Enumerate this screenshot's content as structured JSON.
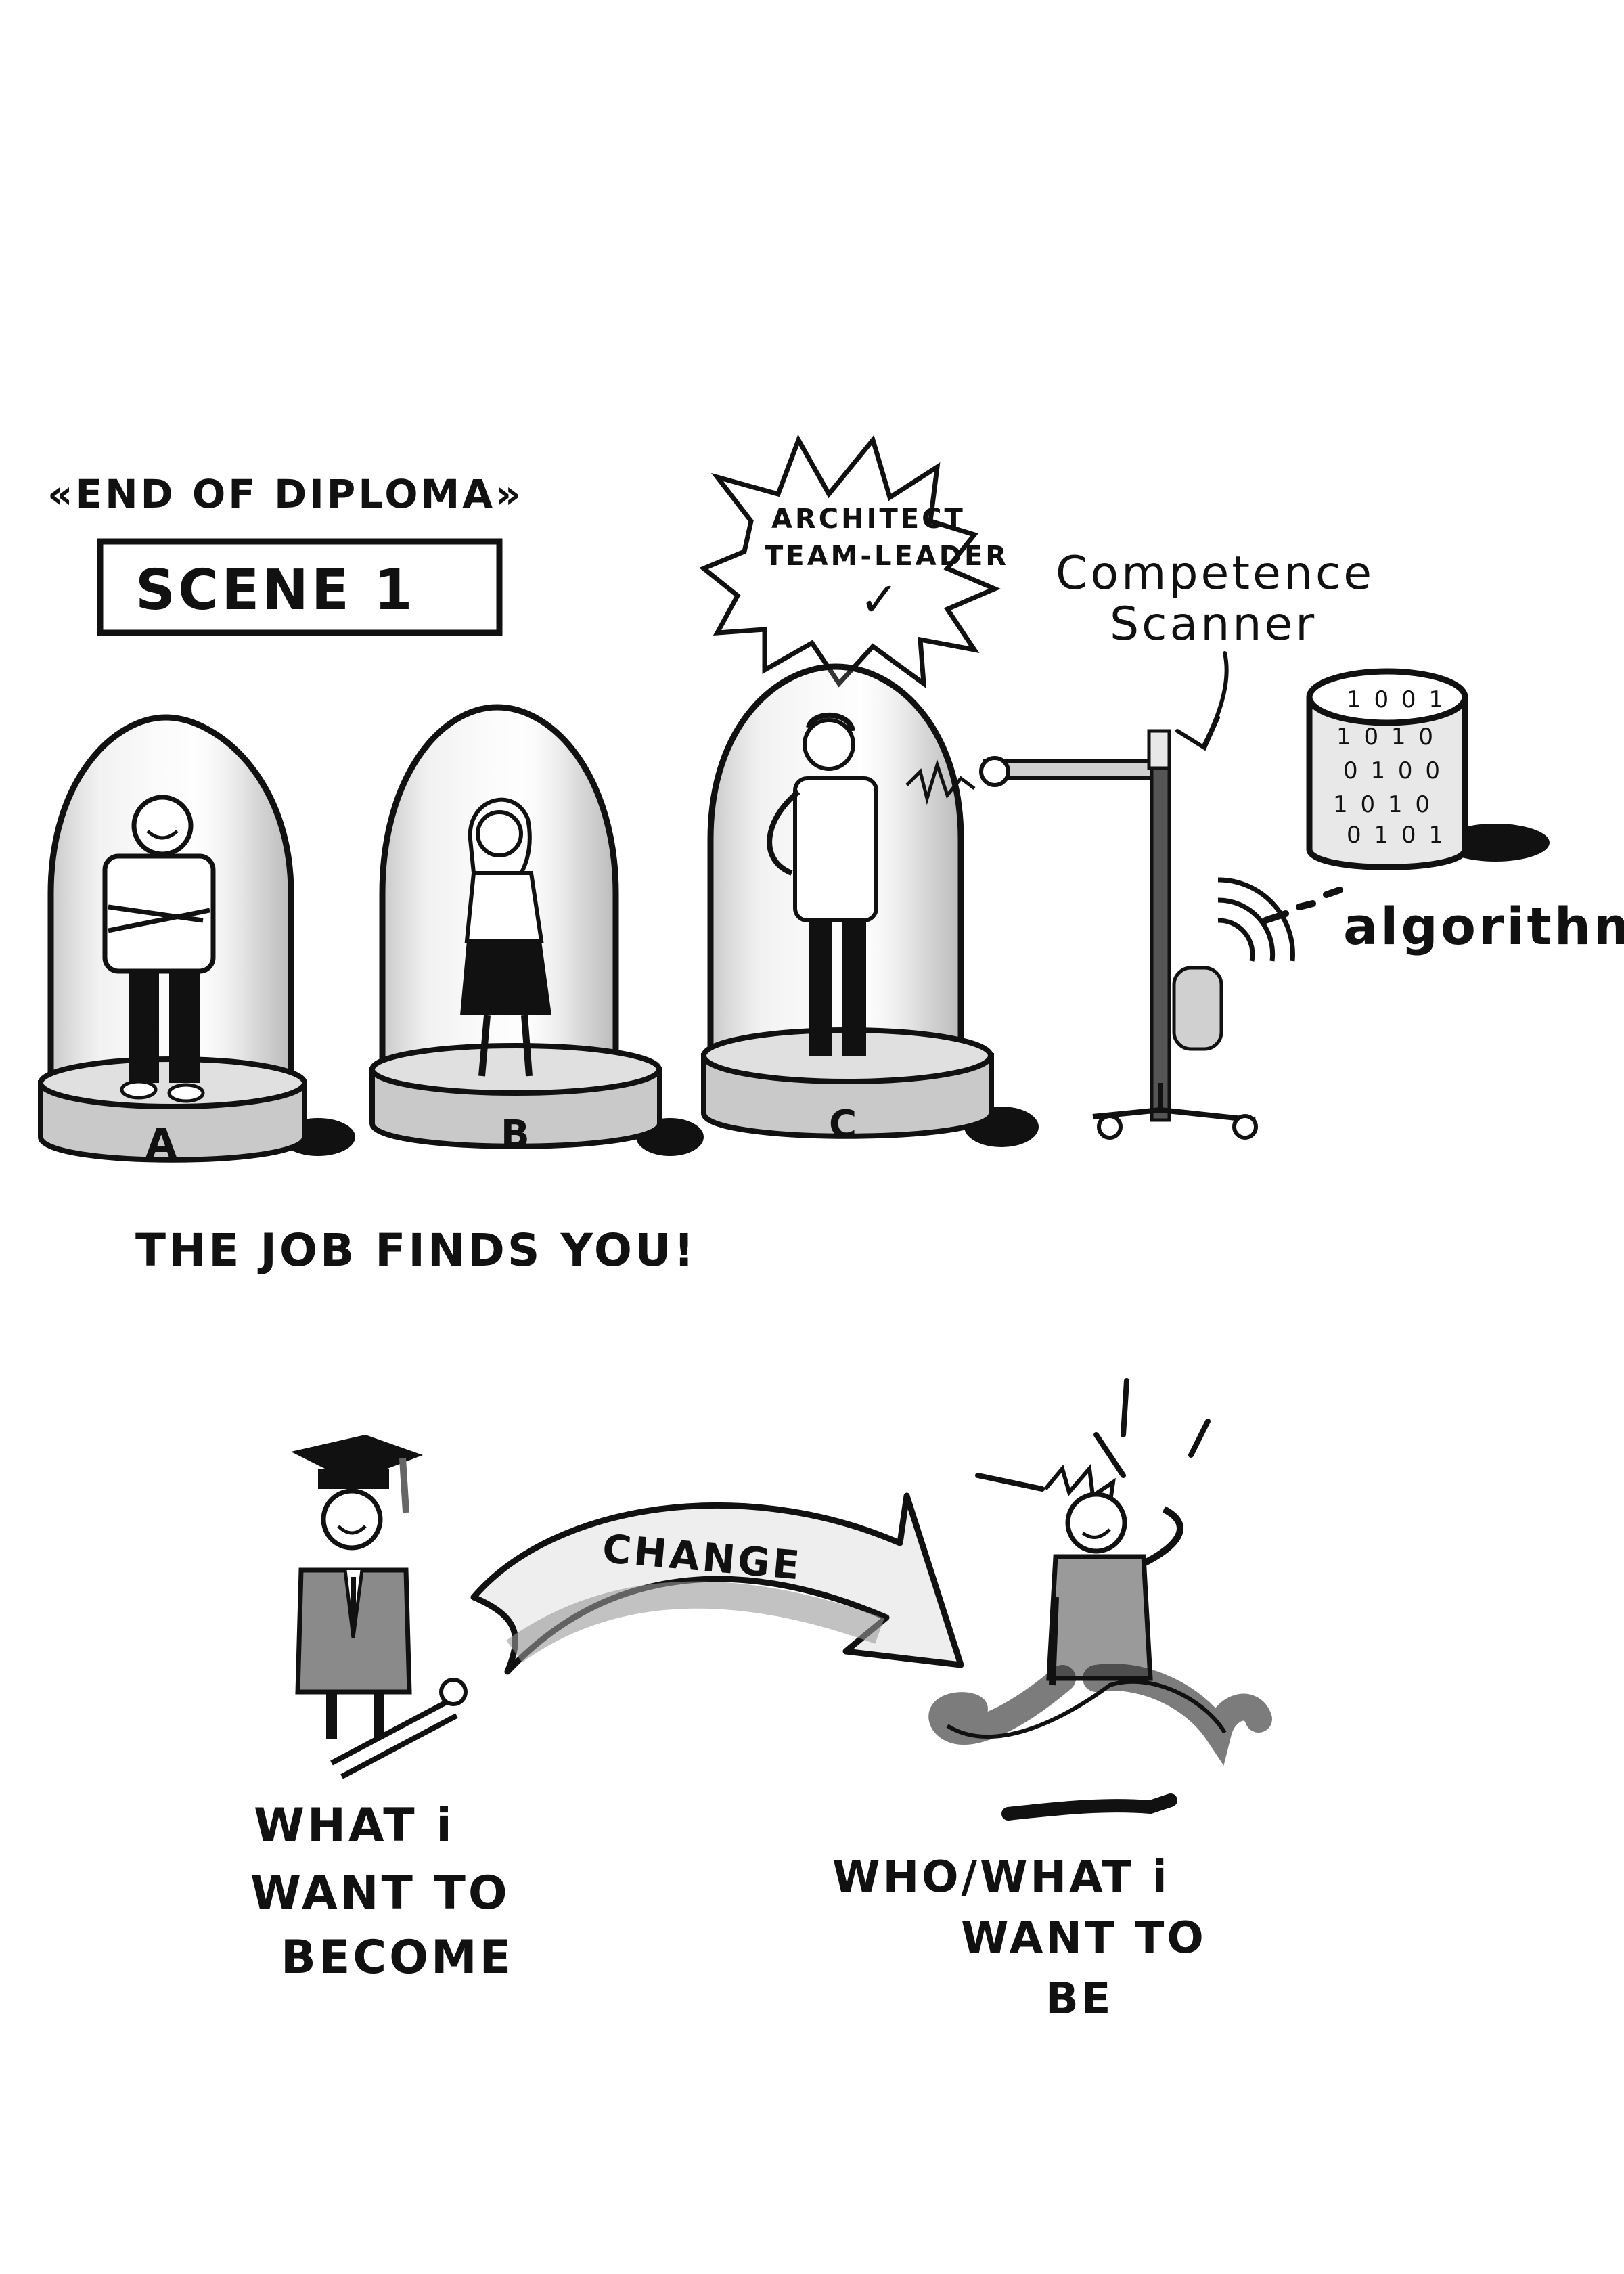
{
  "header": {
    "subtitle": "«END OF DIPLOMA»",
    "scene_label": "SCENE 1"
  },
  "burst": {
    "line1": "ARCHITECT",
    "line2": "TEAM-LEADER",
    "check": "✓"
  },
  "scanner": {
    "label_line1": "Competence",
    "label_line2": "Scanner"
  },
  "algorithm": {
    "label": "algorithm",
    "digits_row1": "1 0 0 1",
    "digits_row2": "1 0 1 0",
    "digits_row3": "0 1 0 0",
    "digits_row4": "1 0 1 0",
    "digits_row5": "0 1 0 1"
  },
  "domes": [
    {
      "letter": "A"
    },
    {
      "letter": "B"
    },
    {
      "letter": "C"
    }
  ],
  "tagline": "THE JOB FINDS YOU!",
  "arrow": {
    "label": "CHANGE"
  },
  "left_caption": {
    "line1": "WHAT i",
    "line2": "WANT TO",
    "line3": "BECOME"
  },
  "right_caption": {
    "line1": "WHO/WHAT i",
    "line2": "WANT TO",
    "line3": "BE"
  }
}
